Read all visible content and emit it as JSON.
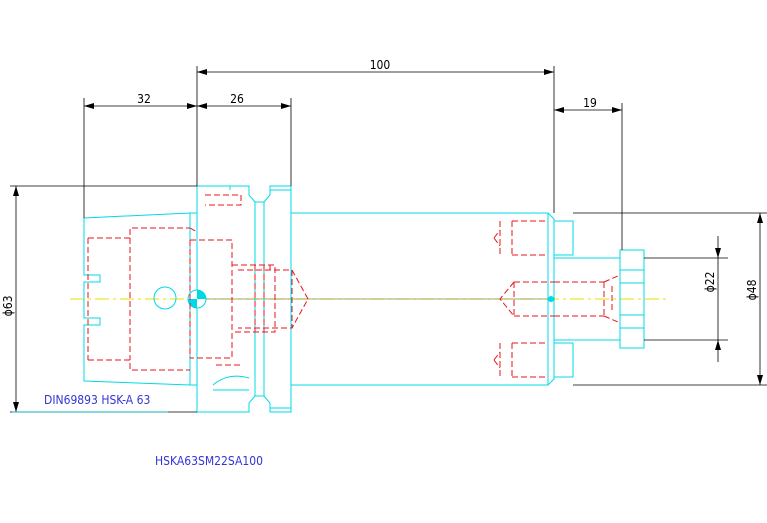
{
  "colors": {
    "outline": "#00d8e8",
    "hidden": "#e8141c",
    "centerline": "#e8e000",
    "dimension": "#000000",
    "label": "#3434d8",
    "background": "#ffffff"
  },
  "dimensions": {
    "overall_length": "100",
    "taper_length": "32",
    "flange_length": "26",
    "nose_length": "19",
    "taper_diameter": "ϕ63",
    "pilot_diameter": "ϕ22",
    "face_diameter": "ϕ48"
  },
  "labels": {
    "standard": "DIN69893 HSK-A 63",
    "part_number": "HSKA63SM22SA100"
  }
}
